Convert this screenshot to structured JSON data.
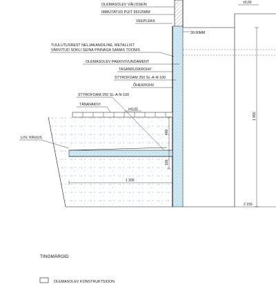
{
  "labels": {
    "existing_wall": "OLEMASOLEV VÄLISSEIN",
    "impregnated_batten": "IMMUTATUD PUIT 95X25MM",
    "waterproofing": "VEEPLEKK",
    "gap": "30-50MM",
    "ventilation_grille_1": "TUULUTUSREST NELJAKANDILINE, METALLIST",
    "ventilation_grille_2": "VÄRVITUD SOKLI SEINA PINNAGA SAMAS TOONIS",
    "existing_foundation": "OLEMASOLEV PAEKIVIVUNDAMENT",
    "leveling_plaster": "TASANDUSKROHV",
    "styrofoam_vertical": "STYROFOAM 250 SL-A-N-100",
    "air_plaster": "ÕHEKROHV",
    "styrofoam_horizontal": "STYROFOAM 250 SL-A-N-100",
    "paving": "TÄNAVAKIVI",
    "gravel": "LIIV, KRUUS"
  },
  "dimensions": {
    "top_level": "±0,00",
    "slope": "i=0,02",
    "insulation_depth": "400",
    "insulation_thickness": "100",
    "insulation_width": "1 200",
    "height_total": "1 950",
    "bottom_level": "2 150"
  },
  "legend": {
    "title": "TINGMÄRGID",
    "items": [
      "OLEMASOLEV KONSTRUKTSIOON"
    ]
  }
}
